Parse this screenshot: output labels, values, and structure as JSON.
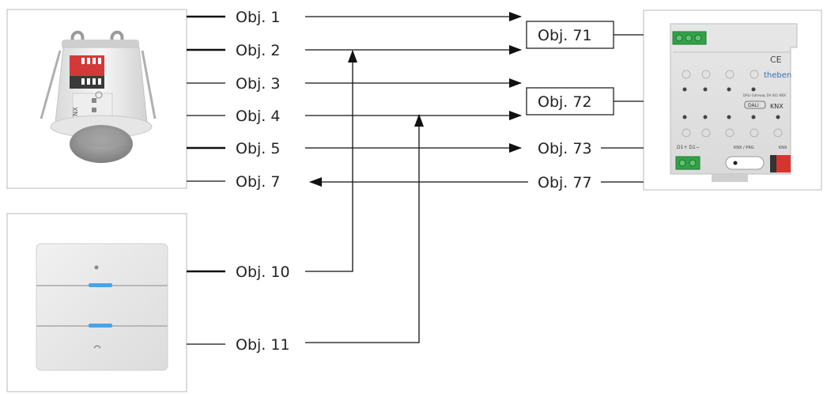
{
  "sensor_objects": [
    {
      "id": "obj1",
      "label": "Obj. 1"
    },
    {
      "id": "obj2",
      "label": "Obj. 2"
    },
    {
      "id": "obj3",
      "label": "Obj. 3"
    },
    {
      "id": "obj4",
      "label": "Obj. 4"
    },
    {
      "id": "obj5",
      "label": "Obj. 5"
    },
    {
      "id": "obj7",
      "label": "Obj. 7"
    }
  ],
  "switch_objects": [
    {
      "id": "obj10",
      "label": "Obj. 10"
    },
    {
      "id": "obj11",
      "label": "Obj. 11"
    }
  ],
  "gateway_objects": [
    {
      "id": "obj71",
      "label": "Obj. 71"
    },
    {
      "id": "obj72",
      "label": "Obj. 72"
    },
    {
      "id": "obj73",
      "label": "Obj. 73"
    },
    {
      "id": "obj77",
      "label": "Obj. 77"
    }
  ],
  "gateway_device": {
    "brand": "theben",
    "model": "DALI-Gateway DA 641 KNX",
    "ce": "CE",
    "dali": "DALI",
    "knx": "KNX",
    "terminal_left": "D1+ D1−",
    "terminal_right": "KNX / PRG",
    "knx_small": "KNX"
  },
  "sensor_device": {
    "knx": "KNX"
  }
}
